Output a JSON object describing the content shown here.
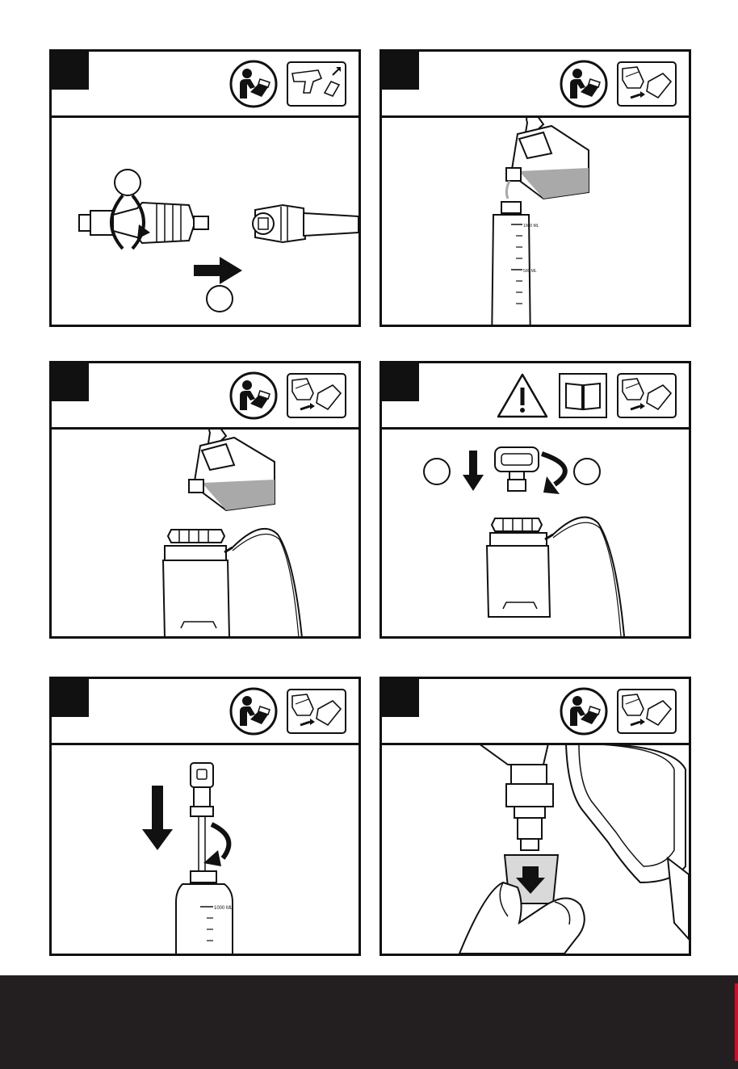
{
  "panels": [
    {
      "icons": [
        "read-manual-icon",
        "spray-gun-accessory-icon"
      ]
    },
    {
      "icons": [
        "read-manual-icon",
        "detergent-bottle-icon"
      ]
    },
    {
      "icons": [
        "read-manual-icon",
        "detergent-bottle-icon"
      ]
    },
    {
      "icons": [
        "warning-triangle-icon",
        "open-book-icon",
        "detergent-bottle-icon"
      ]
    },
    {
      "icons": [
        "read-manual-icon",
        "detergent-bottle-icon"
      ]
    },
    {
      "icons": [
        "read-manual-icon",
        "detergent-bottle-icon"
      ]
    }
  ],
  "labels": {
    "bottle_top_mark": "1000 ML",
    "bottle_mid_mark": "500 ML",
    "bottle5_mark": "1000 ML"
  },
  "colors": {
    "ink": "#111111",
    "liquid": "#a9a9a9",
    "footer": "#231f20",
    "footer_accent": "#c8102e"
  }
}
